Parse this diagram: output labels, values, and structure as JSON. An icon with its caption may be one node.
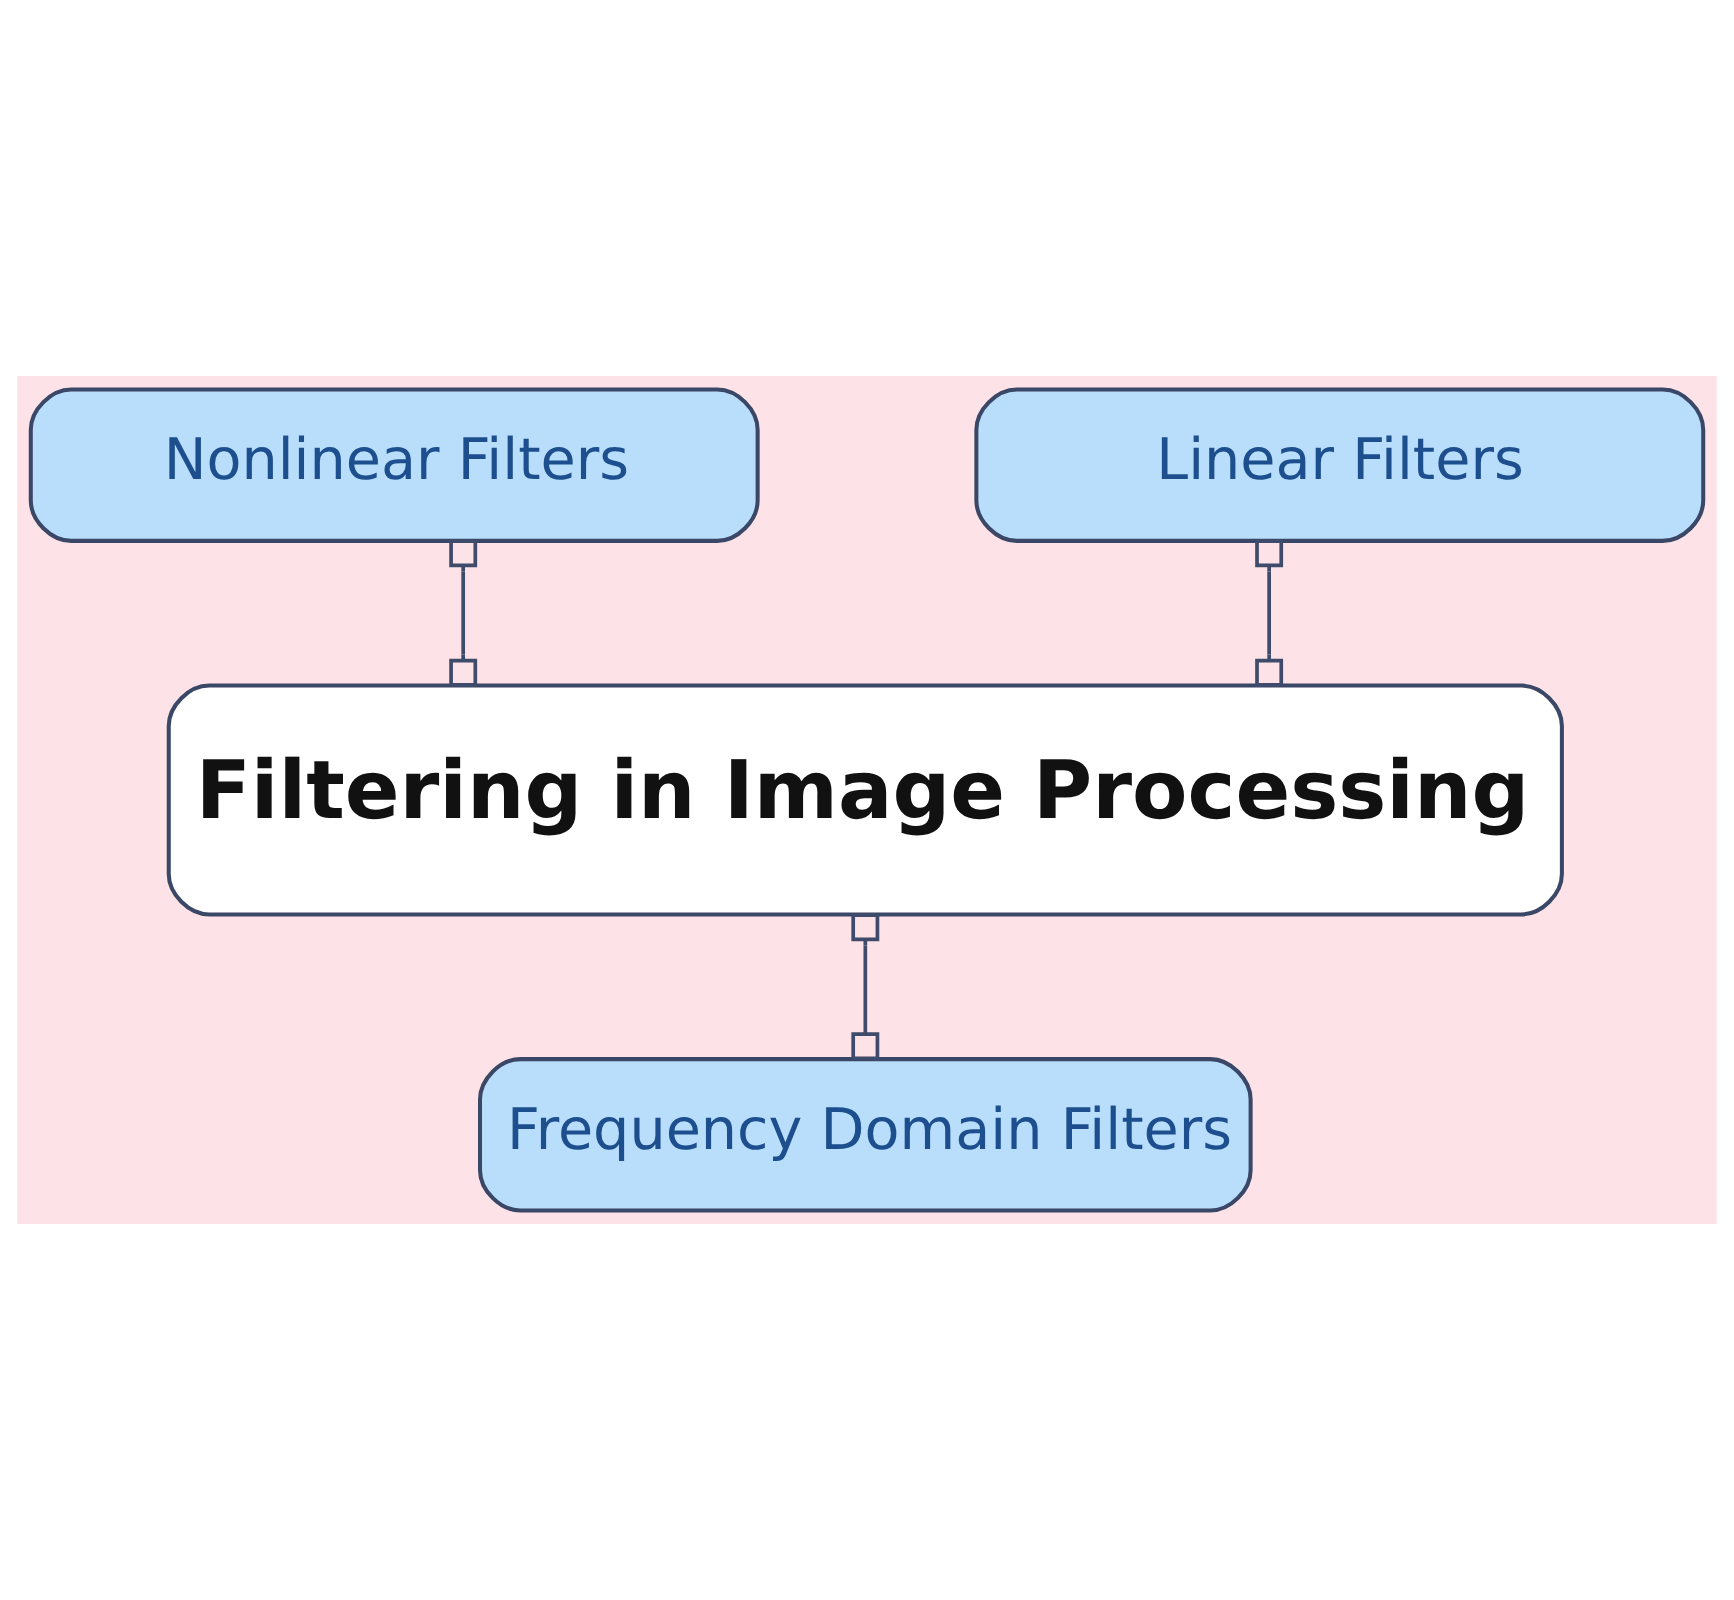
{
  "diagram": {
    "nodes": [
      {
        "text": [
          "Nonlinear Filters"
        ]
      },
      {
        "text": [
          "Linear Filters"
        ]
      },
      {
        "text": [
          "Filtering in Image Processing"
        ]
      },
      {
        "text": [
          "Frequency Domain Filters"
        ]
      }
    ],
    "edges": [
      {
        "from": 0,
        "to": 2,
        "arrow": "other"
      },
      {
        "from": 1,
        "to": 2,
        "arrow": "other"
      },
      {
        "from": 2,
        "to": 3,
        "arrow": "other"
      }
    ]
  }
}
